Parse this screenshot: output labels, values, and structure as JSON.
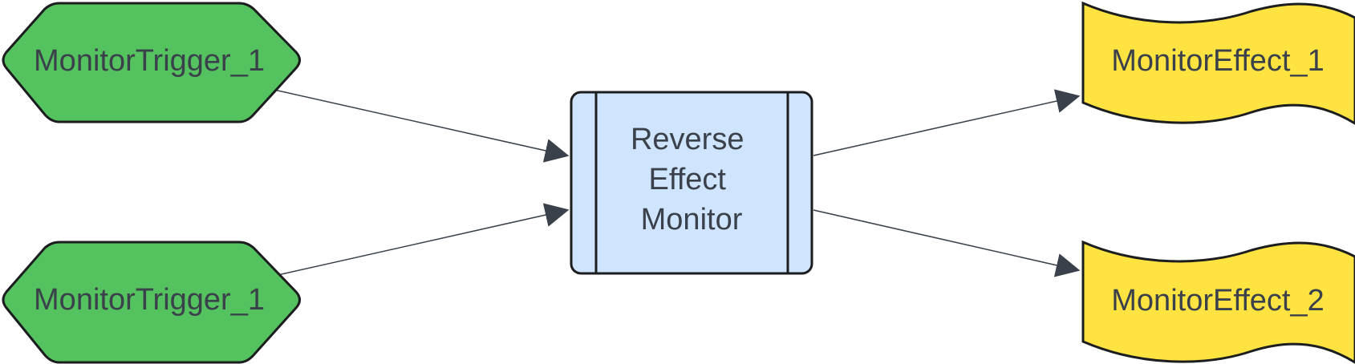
{
  "colors": {
    "trigger_fill": "#54c25e",
    "process_fill": "#cfe4ff",
    "effect_fill": "#ffe340",
    "outline": "#1b1d1f",
    "edge": "#3a414a",
    "text": "#3a414a"
  },
  "nodes": {
    "trigger_top": {
      "shape": "hexagon",
      "label": "MonitorTrigger_1"
    },
    "trigger_bottom": {
      "shape": "hexagon",
      "label": "MonitorTrigger_1"
    },
    "process": {
      "shape": "predefined-process",
      "label_lines": [
        "Reverse",
        "Effect",
        "Monitor"
      ]
    },
    "effect_top": {
      "shape": "tape",
      "label": "MonitorEffect_1"
    },
    "effect_bottom": {
      "shape": "tape",
      "label": "MonitorEffect_2"
    }
  },
  "edges": [
    {
      "from": "trigger_top",
      "to": "process"
    },
    {
      "from": "trigger_bottom",
      "to": "process"
    },
    {
      "from": "process",
      "to": "effect_top"
    },
    {
      "from": "process",
      "to": "effect_bottom"
    }
  ]
}
